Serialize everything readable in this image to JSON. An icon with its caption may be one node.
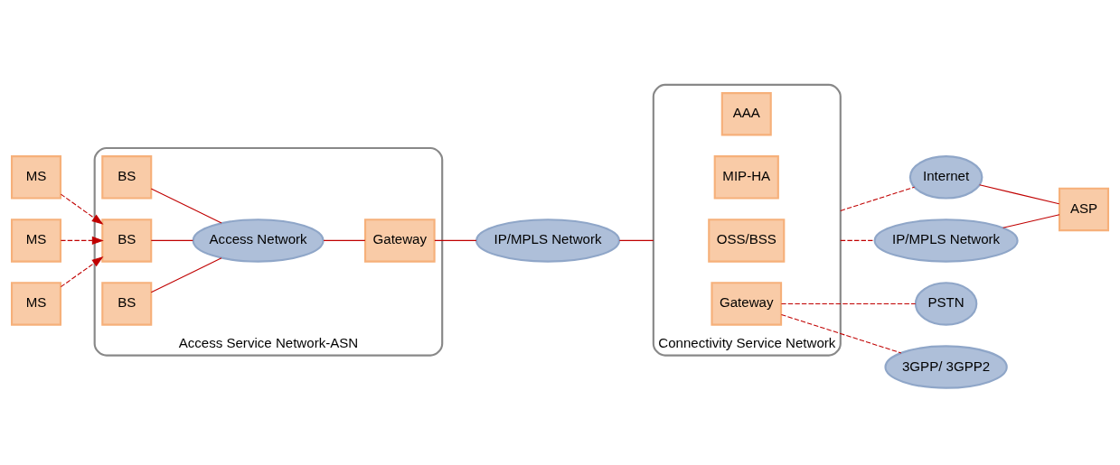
{
  "diagram": {
    "nodes": [
      {
        "text": [
          "MS"
        ]
      },
      {
        "text": [
          "MS"
        ]
      },
      {
        "text": [
          "MS"
        ]
      },
      {
        "text": [
          "Access Service Network-ASN"
        ]
      },
      {
        "text": [
          "BS"
        ],
        "in": 3
      },
      {
        "text": [
          "BS"
        ],
        "in": 3
      },
      {
        "text": [
          "BS"
        ],
        "in": 3
      },
      {
        "text": [
          "Access Network"
        ],
        "in": 3
      },
      {
        "text": [
          "Gateway"
        ],
        "in": 3
      },
      {
        "text": [
          "IP/MPLS Network"
        ]
      },
      {
        "text": [
          "Connectivity Service Network"
        ]
      },
      {
        "text": [
          "AAA"
        ],
        "in": 10
      },
      {
        "text": [
          "MIP-HA"
        ],
        "in": 10
      },
      {
        "text": [
          "OSS/BSS"
        ],
        "in": 10
      },
      {
        "text": [
          "Gateway"
        ],
        "in": 10
      },
      {
        "text": [
          "Internet"
        ]
      },
      {
        "text": [
          "IP/MPLS Network"
        ]
      },
      {
        "text": [
          "ASP"
        ]
      },
      {
        "text": [
          "PSTN"
        ]
      },
      {
        "text": [
          "3GPP/ 3GPP2"
        ]
      }
    ],
    "edges": [
      {
        "from": 0,
        "to": 5,
        "arrow": "to",
        "style": "dashed"
      },
      {
        "from": 1,
        "to": 5,
        "arrow": "to",
        "style": "dashed"
      },
      {
        "from": 2,
        "to": 5,
        "arrow": "to",
        "style": "dashed"
      },
      {
        "from": 4,
        "to": 7,
        "arrow": "none"
      },
      {
        "from": 5,
        "to": 7,
        "arrow": "none"
      },
      {
        "from": 6,
        "to": 7,
        "arrow": "none"
      },
      {
        "from": 7,
        "to": 8,
        "arrow": "none"
      },
      {
        "from": 8,
        "to": 9,
        "arrow": "none"
      },
      {
        "from": 9,
        "to": 10,
        "arrow": "none"
      },
      {
        "from": 10,
        "to": 15,
        "arrow": "none",
        "style": "dashed"
      },
      {
        "from": 10,
        "to": 16,
        "arrow": "none",
        "style": "dashed"
      },
      {
        "from": 15,
        "to": 17,
        "arrow": "none"
      },
      {
        "from": 16,
        "to": 17,
        "arrow": "none"
      },
      {
        "from": 14,
        "to": 18,
        "arrow": "none",
        "style": "dashed"
      },
      {
        "from": 14,
        "to": 19,
        "arrow": "none",
        "style": "dashed"
      }
    ]
  }
}
